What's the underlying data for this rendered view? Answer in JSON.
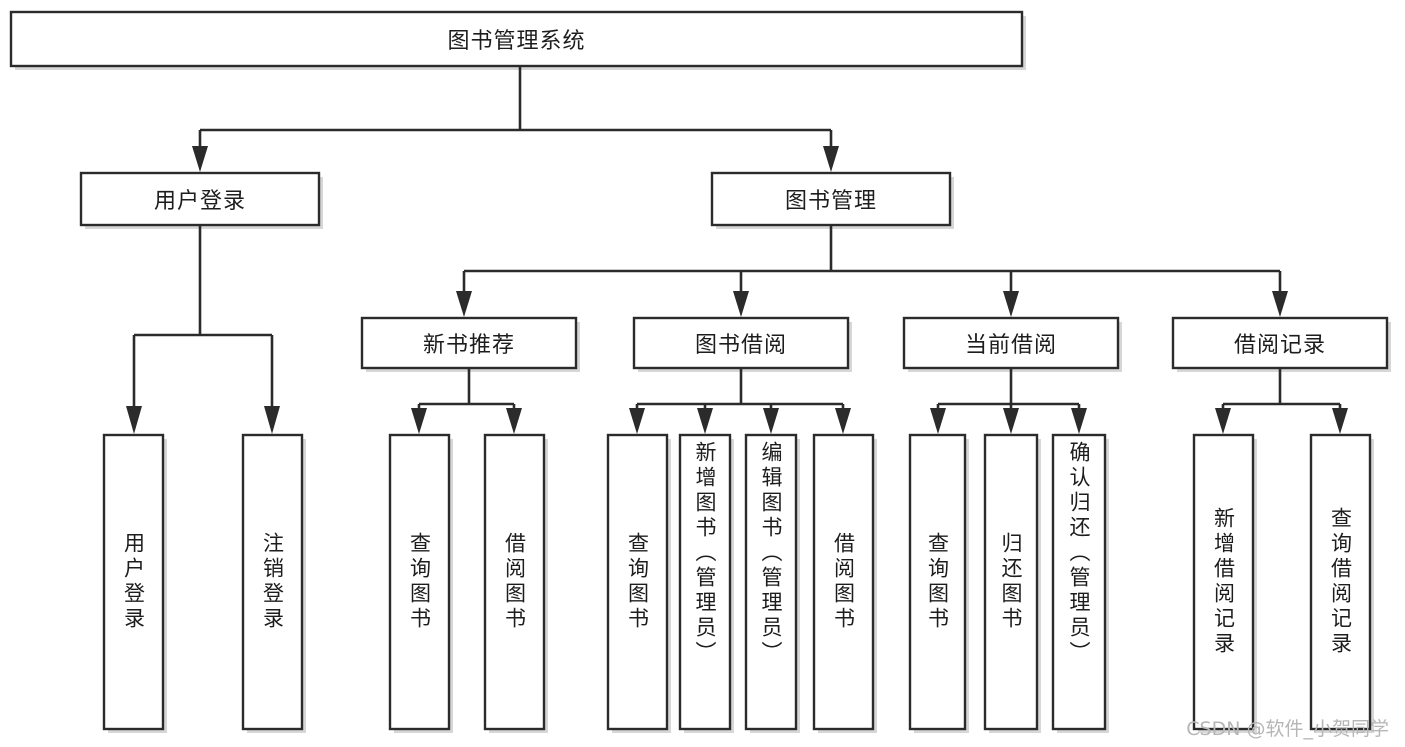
{
  "diagram": {
    "type": "tree",
    "title": "图书管理系统",
    "watermark": "CSDN @软件_小贺同学",
    "colors": {
      "box_fill": "#ffffff",
      "box_stroke": "#2b2b2b",
      "text": "#1d1d1d",
      "shadow": "#c9c9c9",
      "watermark": "#b6b6b6",
      "background": "#ffffff"
    },
    "root": {
      "label": "图书管理系统"
    },
    "level1": [
      {
        "label": "用户登录"
      },
      {
        "label": "图书管理"
      }
    ],
    "level2": [
      {
        "label": "新书推荐"
      },
      {
        "label": "图书借阅"
      },
      {
        "label": "当前借阅"
      },
      {
        "label": "借阅记录"
      }
    ],
    "leaves": {
      "user_login": [
        {
          "label": "用户登录"
        },
        {
          "label": "注销登录"
        }
      ],
      "new_book_recommend": [
        {
          "label": "查询图书"
        },
        {
          "label": "借阅图书"
        }
      ],
      "book_borrow": [
        {
          "label": "查询图书"
        },
        {
          "label": "新增图书（管理员）"
        },
        {
          "label": "编辑图书（管理员）"
        },
        {
          "label": "借阅图书"
        }
      ],
      "current_borrow": [
        {
          "label": "查询图书"
        },
        {
          "label": "归还图书"
        },
        {
          "label": "确认归还（管理员）"
        }
      ],
      "borrow_record": [
        {
          "label": "新增借阅记录"
        },
        {
          "label": "查询借阅记录"
        }
      ]
    }
  }
}
